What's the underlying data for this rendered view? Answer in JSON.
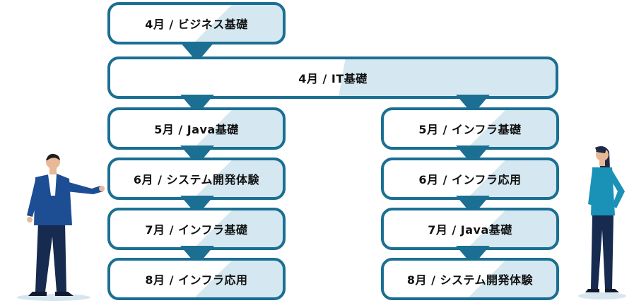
{
  "top": {
    "label": "4月 / ビジネス基礎"
  },
  "common": {
    "label": "4月 / IT基礎"
  },
  "left_track": [
    {
      "label": "5月 / Java基礎"
    },
    {
      "label": "6月 / システム開発体験"
    },
    {
      "label": "7月 / インフラ基礎"
    },
    {
      "label": "8月 / インフラ応用"
    }
  ],
  "right_track": [
    {
      "label": "5月 / インフラ基礎"
    },
    {
      "label": "6月 / インフラ応用"
    },
    {
      "label": "7月 / Java基礎"
    },
    {
      "label": "8月 / システム開発体験"
    }
  ],
  "colors": {
    "accent": "#1a6f92",
    "fill": "#d5e8f1",
    "text": "#111111"
  }
}
